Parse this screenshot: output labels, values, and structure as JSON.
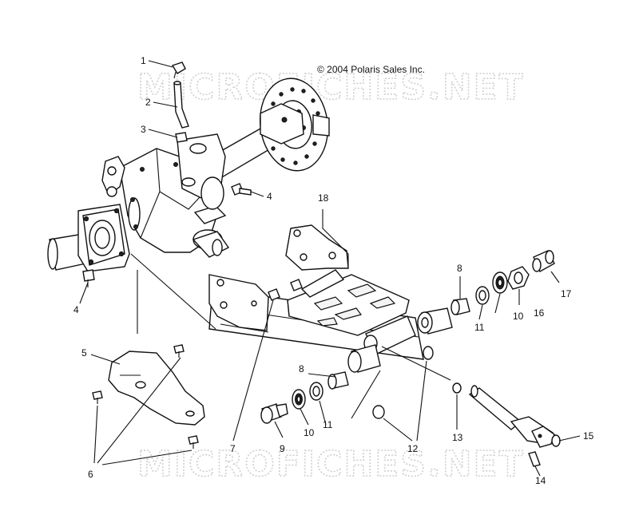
{
  "copyright": "© 2004 Polaris Sales Inc.",
  "watermark": "MICROFICHES.NET",
  "callouts": [
    "1",
    "2",
    "3",
    "4",
    "4",
    "5",
    "6",
    "7",
    "8",
    "8",
    "9",
    "10",
    "10",
    "11",
    "11",
    "12",
    "13",
    "14",
    "15",
    "16",
    "17",
    "18"
  ],
  "colors": {
    "line": "#111111",
    "watermark": "#cfcfcf",
    "background": "#ffffff"
  }
}
